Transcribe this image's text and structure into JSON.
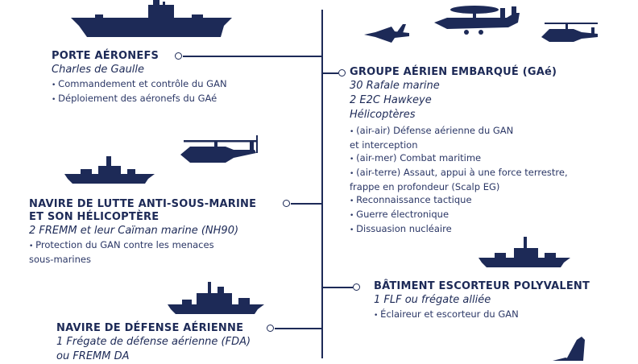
{
  "left": [
    {
      "title": "PORTE AÉRONEFS",
      "subtitle": [
        "Charles de Gaulle"
      ],
      "bullets": [
        "Commandement et contrôle du GAN",
        "Déploiement des aéronefs du GAé"
      ]
    },
    {
      "title": [
        "NAVIRE DE LUTTE ANTI-SOUS-MARINE",
        "ET SON HÉLICOPTÈRE"
      ],
      "subtitle": [
        "2 FREMM et leur Caïman marine (NH90)"
      ],
      "bullets": [
        "Protection du GAN contre les menaces",
        "sous-marines"
      ]
    },
    {
      "title": "NAVIRE DE DÉFENSE AÉRIENNE",
      "subtitle": [
        "1 Frégate de défense aérienne (FDA)",
        "ou FREMM DA"
      ]
    }
  ],
  "right": [
    {
      "title": "GROUPE AÉRIEN EMBARQUÉ (GAé)",
      "subtitle": [
        "30 Rafale marine",
        "2 E2C Hawkeye",
        "Hélicoptères"
      ],
      "bullets": [
        "(air-air) Défense aérienne du GAN",
        "et interception",
        "(air-mer) Combat maritime",
        "(air-terre) Assaut, appui à une force terrestre,",
        "frappe en profondeur (Scalp EG)",
        "Reconnaissance tactique",
        "Guerre électronique",
        "Dissuasion nucléaire"
      ]
    },
    {
      "title": "BÂTIMENT ESCORTEUR POLYVALENT",
      "subtitle": [
        "1 FLF ou frégate alliée"
      ],
      "bullets": [
        "Éclaireur et escorteur du GAN"
      ]
    }
  ],
  "icons": [
    "aircraft-carrier-icon",
    "rafale-jet-icon",
    "e2c-hawkeye-icon",
    "helicopter-icon",
    "frigate-icon",
    "caiman-helicopter-icon",
    "destroyer-icon",
    "escort-frigate-icon",
    "aircraft-tail-icon"
  ],
  "colors": {
    "ink": "#1d2a57",
    "background": "#ffffff"
  }
}
